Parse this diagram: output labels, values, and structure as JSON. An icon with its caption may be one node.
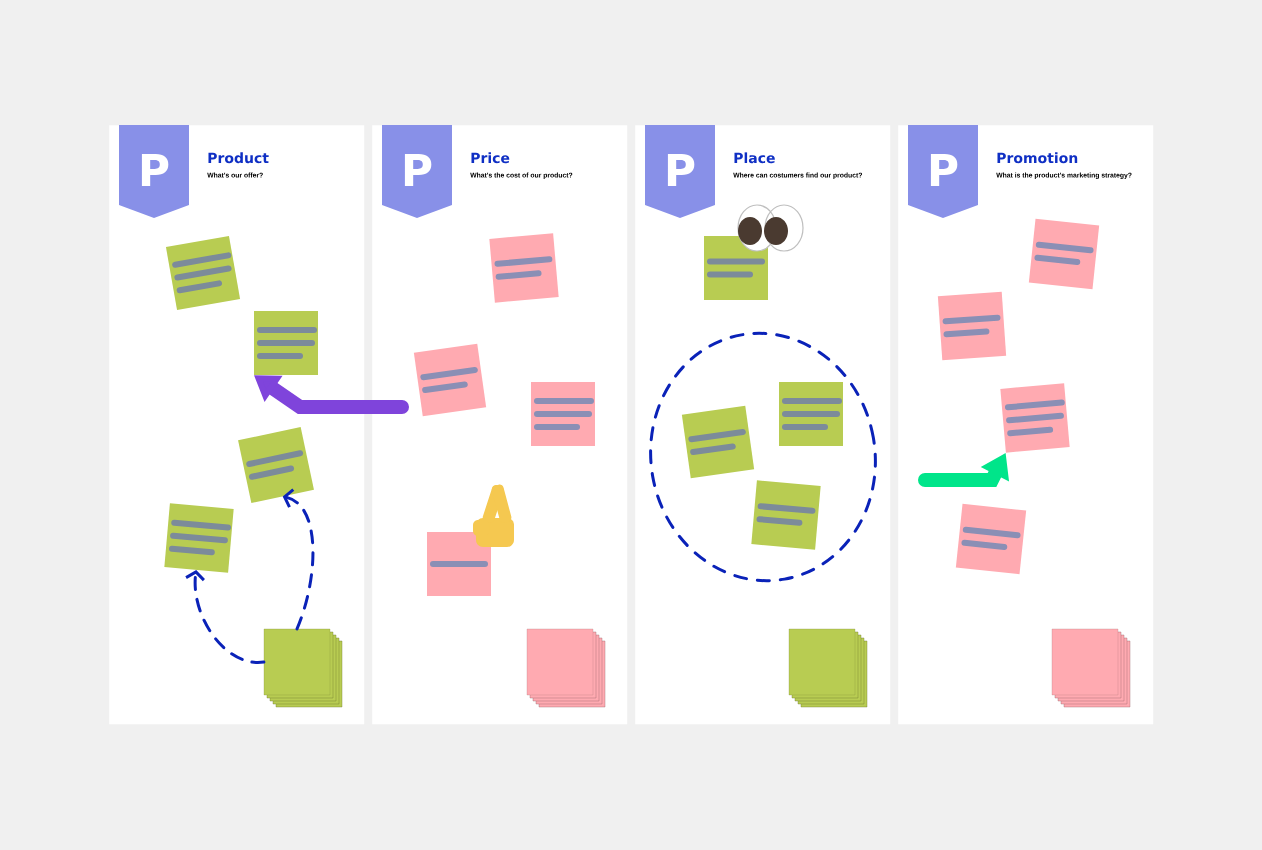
{
  "diagram": {
    "nodes": [
      {
        "text": [
          "Product",
          "What's our offer?"
        ]
      },
      {
        "text": [
          "P"
        ],
        "in": 0
      },
      {
        "text": [],
        "shape": "box",
        "in": 0
      },
      {
        "text": [],
        "shape": "box",
        "in": 0
      },
      {
        "text": [],
        "shape": "box",
        "in": 0
      },
      {
        "text": [],
        "shape": "box",
        "in": 0
      },
      {
        "text": [],
        "shape": "box",
        "in": 0
      },
      {
        "text": [
          "Price",
          "What's the cost of our product?"
        ]
      },
      {
        "text": [
          "P"
        ],
        "in": 7
      },
      {
        "text": [],
        "shape": "box",
        "in": 7
      },
      {
        "text": [],
        "shape": "box",
        "in": 7
      },
      {
        "text": [],
        "shape": "box",
        "in": 7
      },
      {
        "text": [],
        "shape": "box",
        "in": 7
      },
      {
        "text": [],
        "shape": "box",
        "in": 7
      },
      {
        "text": [
          "Place",
          "Where can costumers find our product?"
        ]
      },
      {
        "text": [
          "P"
        ],
        "in": 14
      },
      {
        "text": [],
        "shape": "box",
        "in": 14
      },
      {
        "text": [],
        "shape": "box",
        "in": 14
      },
      {
        "text": [],
        "shape": "box",
        "in": 14
      },
      {
        "text": [],
        "shape": "box",
        "in": 14
      },
      {
        "text": [],
        "shape": "box",
        "in": 14
      },
      {
        "text": [
          "Promotion",
          "What is the product's marketing strategy?"
        ]
      },
      {
        "text": [
          "P"
        ],
        "in": 21
      },
      {
        "text": [],
        "shape": "box",
        "in": 21
      },
      {
        "text": [],
        "shape": "box",
        "in": 21
      },
      {
        "text": [],
        "shape": "box",
        "in": 21
      },
      {
        "text": [],
        "shape": "box",
        "in": 21
      },
      {
        "text": [],
        "shape": "box",
        "in": 21
      }
    ],
    "edges": [
      {
        "from": null,
        "to": 3,
        "arrow": "to",
        "style": "thick",
        "color": "#7f44db"
      },
      {
        "from": 6,
        "to": 4,
        "arrow": "to",
        "style": "dashed",
        "color": "#0a22b8"
      },
      {
        "from": 6,
        "to": 5,
        "arrow": "to",
        "style": "dashed",
        "color": "#0a22b8"
      },
      {
        "from": null,
        "to": 25,
        "arrow": "to",
        "style": "thick",
        "color": "#00e58a"
      }
    ]
  }
}
